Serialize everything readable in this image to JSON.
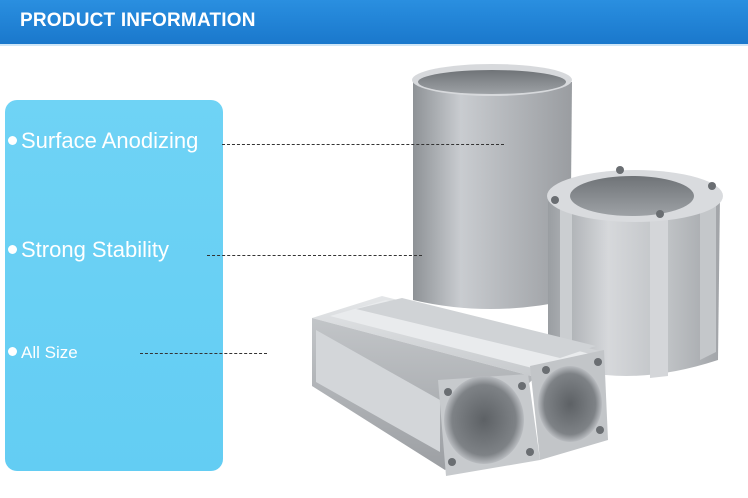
{
  "header": {
    "title": "PRODUCT INFORMATION"
  },
  "features": [
    {
      "label": "Surface Anodizing"
    },
    {
      "label": "Strong Stability"
    },
    {
      "label": "All Size"
    }
  ],
  "colors": {
    "header_blue": "#1a78cc",
    "panel_cyan": "#63cdf3",
    "aluminum": "#b9bcc0"
  },
  "image": {
    "subject": "aluminum-tube-icon"
  }
}
